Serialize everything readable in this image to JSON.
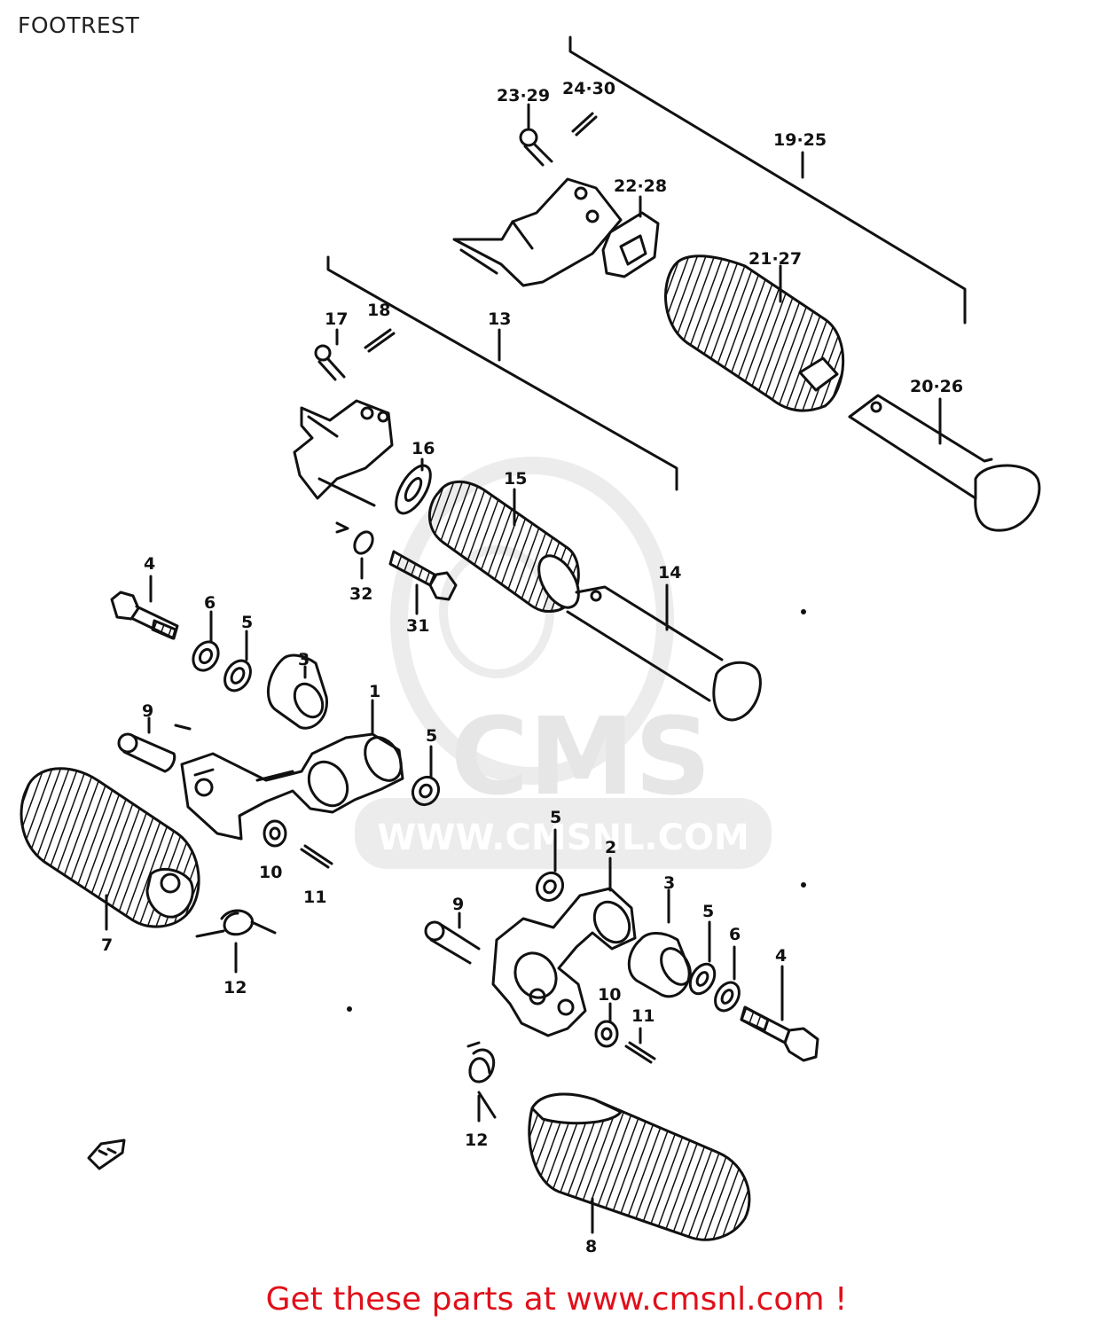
{
  "title": "FOOTREST",
  "footer": "Get these parts at www.cmsnl.com !",
  "watermark": {
    "brand": "CMS",
    "url": "WWW.CMSNL.COM"
  },
  "colors": {
    "line": "#111111",
    "footer": "#e0101a",
    "watermark": "#e6e6e6"
  },
  "callouts": {
    "c23_29": "23·29",
    "c24_30": "24·30",
    "c19_25": "19·25",
    "c22_28": "22·28",
    "c21_27": "21·27",
    "c20_26": "20·26",
    "c17": "17",
    "c18": "18",
    "c13": "13",
    "c16": "16",
    "c15": "15",
    "c14": "14",
    "c32": "32",
    "c31": "31",
    "c4a": "4",
    "c6a": "6",
    "c5a": "5",
    "c3a": "3",
    "c1": "1",
    "c9a": "9",
    "c5b": "5",
    "c10a": "10",
    "c11a": "11",
    "c7": "7",
    "c12a": "12",
    "c5c": "5",
    "c2": "2",
    "c3b": "3",
    "c5d": "5",
    "c6b": "6",
    "c4b": "4",
    "c9b": "9",
    "c10b": "10",
    "c11b": "11",
    "c12b": "12",
    "c8": "8"
  }
}
